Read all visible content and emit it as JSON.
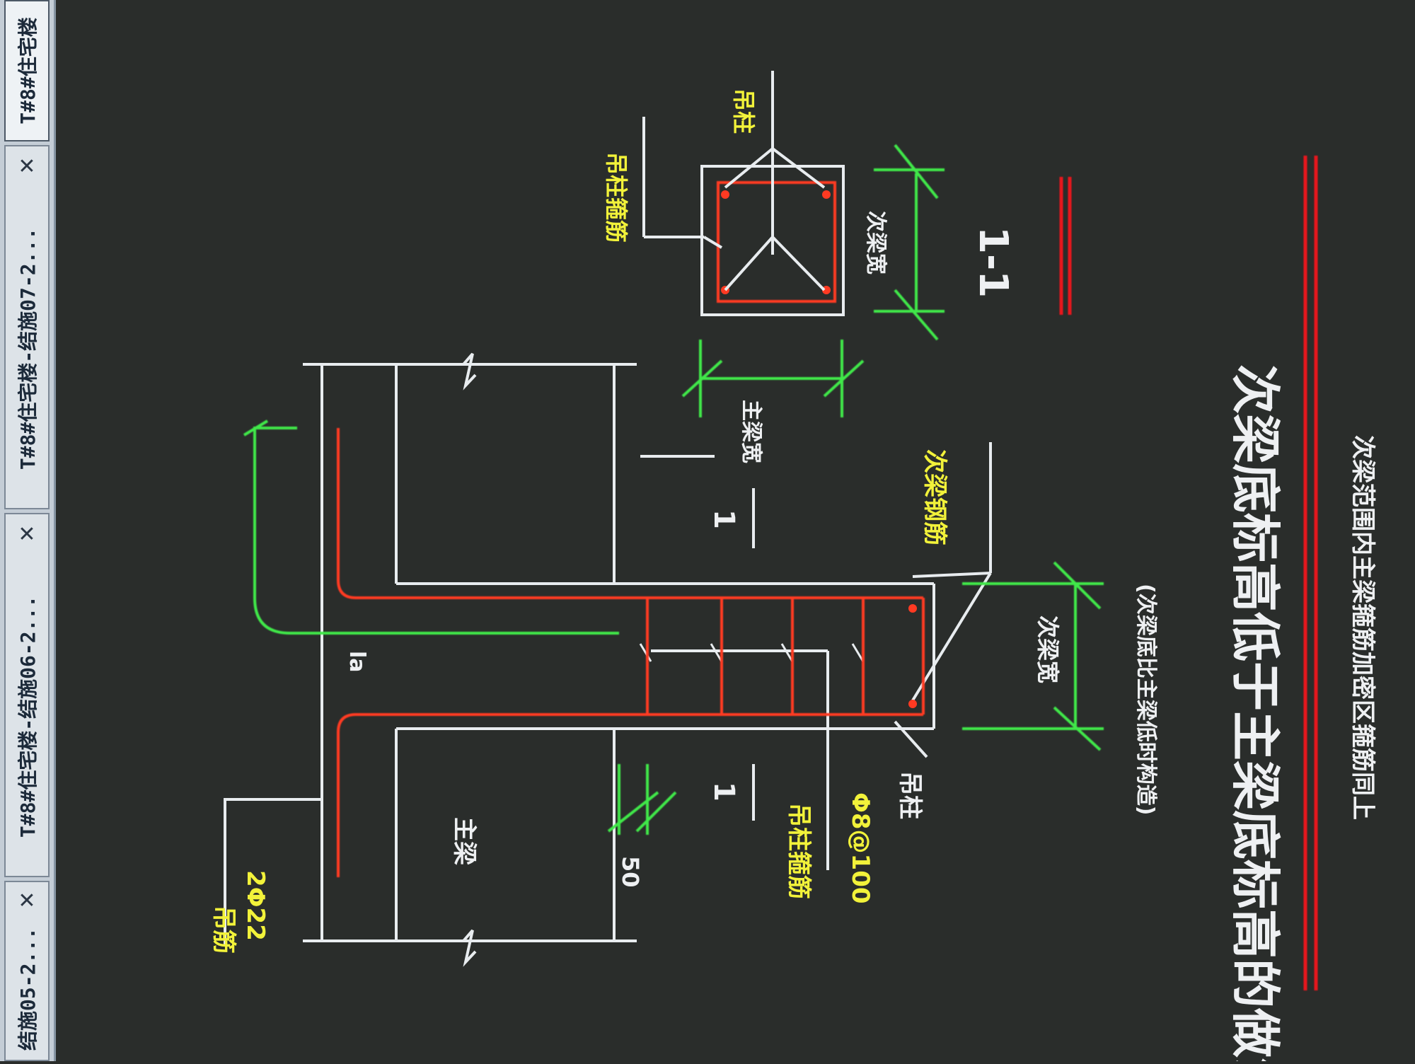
{
  "tabs": [
    {
      "label": "结施05-2...",
      "close": "✕"
    },
    {
      "label": "T#8#住宅楼-结施06-2...",
      "close": "✕"
    },
    {
      "label": "T#8#住宅楼-结施07-2...",
      "close": "✕"
    },
    {
      "label": "T#8#住宅楼"
    }
  ],
  "drawing": {
    "title": "次梁底标高低于主梁底标高的做法",
    "subtitle": "次梁范围内主梁箍筋加密区箍筋同上",
    "note": "(次梁底比主梁低时构造)",
    "section_label": "1-1",
    "labels": {
      "hanger_tag": "吊筋",
      "hanger_spec": "2Φ22",
      "main_beam": "主梁",
      "dim_50": "50",
      "section_mark": "1",
      "stirrup_tag": "吊柱箍筋",
      "stirrup_spec": "Φ8@100",
      "bar_tag": "吊柱",
      "sub_beam_bars": "次梁钢筋",
      "sub_beam_width": "次梁宽",
      "beam_width_dim": "主梁宽",
      "la": "la",
      "section_stirrup": "吊柱箍筋",
      "section_bar": "吊柱",
      "section_width": "次梁宽"
    }
  },
  "colors": {
    "background": "#2a2d2b",
    "outline": "#e8ecef",
    "rebar": "#ff3a22",
    "dimension": "#3fe84a",
    "annotation": "#f2f23a",
    "accent_line": "#e8121a"
  }
}
